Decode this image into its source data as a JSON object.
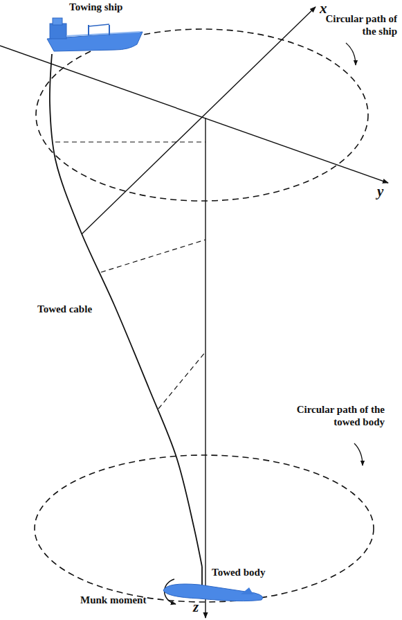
{
  "diagram": {
    "nodes": [
      {
        "text": [
          "Towing ship"
        ]
      },
      {
        "text": [
          "Towed body"
        ]
      }
    ],
    "edges": [
      {
        "from": 0,
        "to": 1,
        "arrow": "none",
        "label": "Towed cable"
      }
    ],
    "labels": [
      "x",
      "y",
      "Circular path of the ship",
      "Circular path of the towed body",
      "Munk moment",
      "z"
    ]
  }
}
